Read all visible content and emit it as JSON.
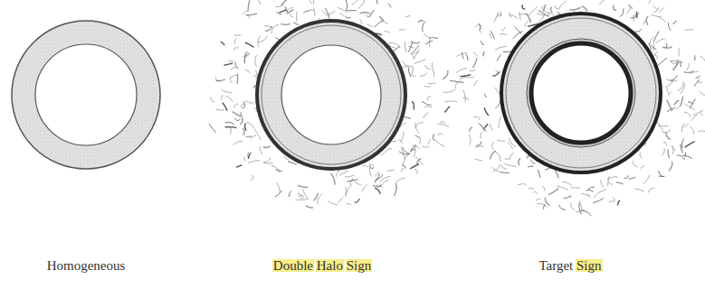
{
  "diagram": {
    "labels": [
      "Homogeneous",
      "Double Halo Sign",
      "Target Sign"
    ]
  }
}
